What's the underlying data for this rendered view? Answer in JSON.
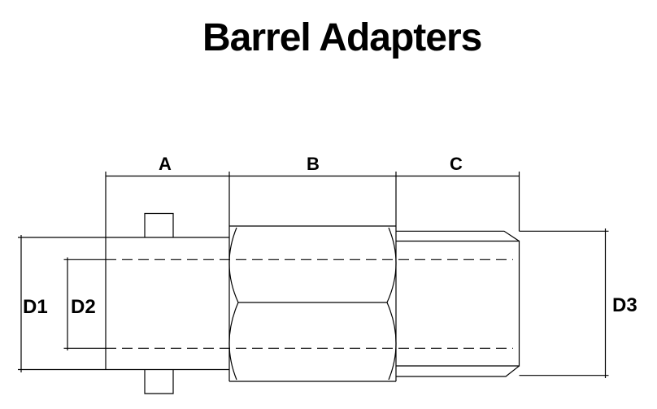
{
  "title": "Barrel Adapters",
  "colors": {
    "background": "#ffffff",
    "line": "#000000",
    "text": "#000000"
  },
  "drawing": {
    "view": "side-view technical outline of a barrel adapter: bayonet coupling section with lugs (left), hex nut section (center), threaded section with chamfered end (right), dashed centerlines through the bore",
    "length_dimensions": [
      {
        "label": "A",
        "section": "bayonet-coupling-section"
      },
      {
        "label": "B",
        "section": "hex-nut-section"
      },
      {
        "label": "C",
        "section": "threaded-section"
      }
    ],
    "diameter_dimensions": [
      {
        "label": "D1",
        "section": "bayonet-coupling-outer-diameter"
      },
      {
        "label": "D2",
        "section": "bore-centerline-diameter"
      },
      {
        "label": "D3",
        "section": "thread-outer-diameter"
      }
    ]
  }
}
